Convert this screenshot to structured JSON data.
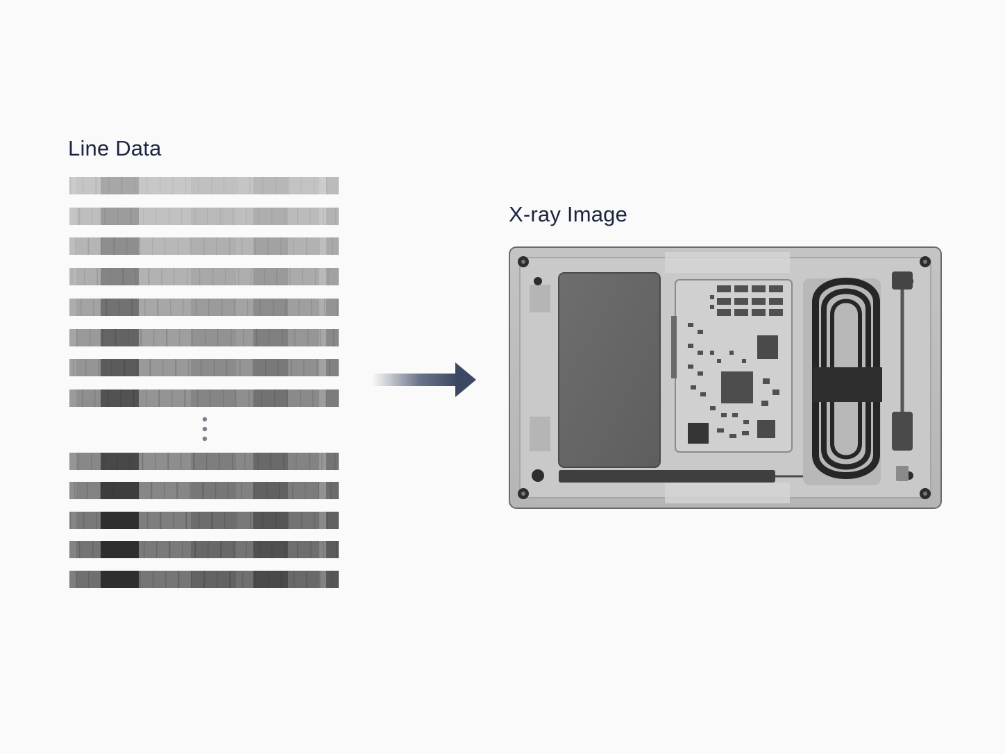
{
  "line_data": {
    "title": "Line Data",
    "strips_top": [
      {
        "intensity": 0.12
      },
      {
        "intensity": 0.18
      },
      {
        "intensity": 0.26
      },
      {
        "intensity": 0.32
      },
      {
        "intensity": 0.42
      },
      {
        "intensity": 0.5
      },
      {
        "intensity": 0.55
      },
      {
        "intensity": 0.6
      }
    ],
    "strips_bottom": [
      {
        "intensity": 0.66
      },
      {
        "intensity": 0.72
      },
      {
        "intensity": 0.8
      },
      {
        "intensity": 0.84
      },
      {
        "intensity": 0.88
      }
    ]
  },
  "xray": {
    "title": "X-ray Image"
  },
  "colors": {
    "text": "#1c2540",
    "arrow": "#3b4763",
    "ellipsis": "#7b7f88",
    "background": "#fafafa"
  },
  "icons": {
    "ellipsis": "vertical-ellipsis-icon",
    "arrow": "arrow-right-icon"
  }
}
